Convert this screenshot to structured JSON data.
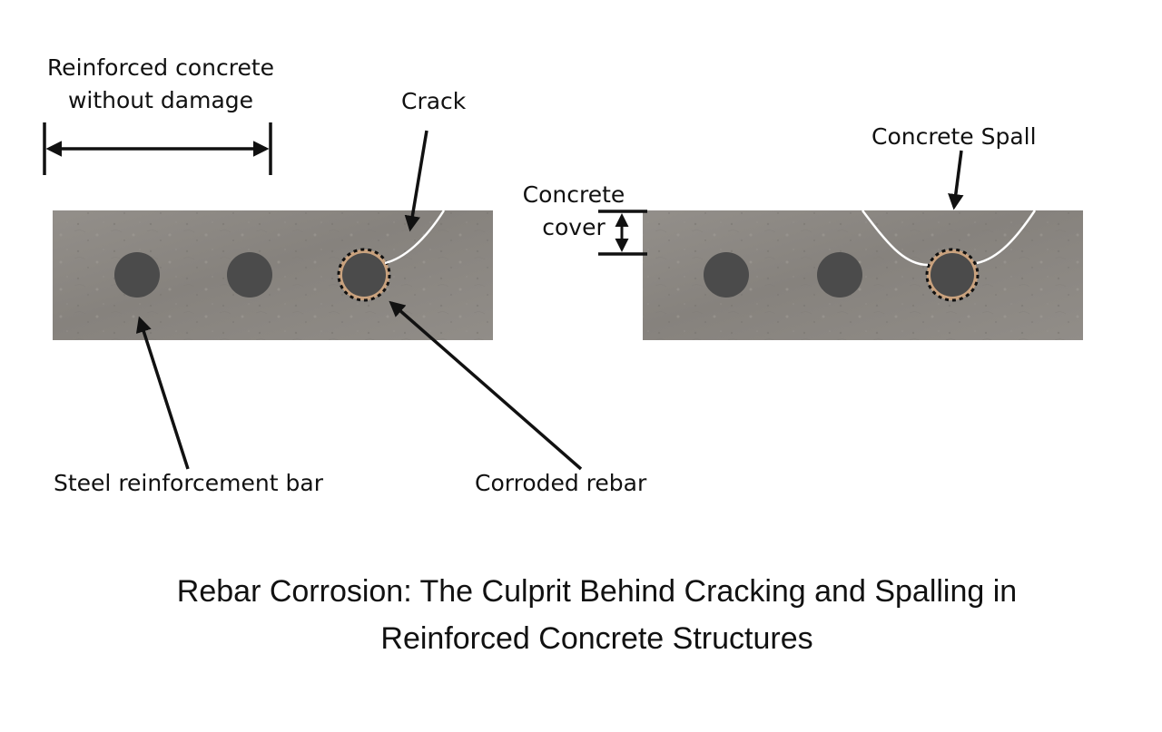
{
  "labels": {
    "undamaged_line1": "Reinforced concrete",
    "undamaged_line2": "without damage",
    "crack": "Crack",
    "concrete_spall": "Concrete Spall",
    "concrete_cover_line1": "Concrete",
    "concrete_cover_line2": "cover",
    "steel_bar": "Steel reinforcement bar",
    "corroded_rebar": "Corroded rebar"
  },
  "caption": {
    "line1": "Rebar Corrosion: The Culprit Behind Cracking and Spalling in",
    "line2": "Reinforced Concrete Structures"
  },
  "colors": {
    "concrete": "#8d8b87",
    "rebar": "#4b4b4b",
    "rust": "#c9a27e",
    "annotation": "#111111",
    "crack_line": "#ffffff"
  }
}
